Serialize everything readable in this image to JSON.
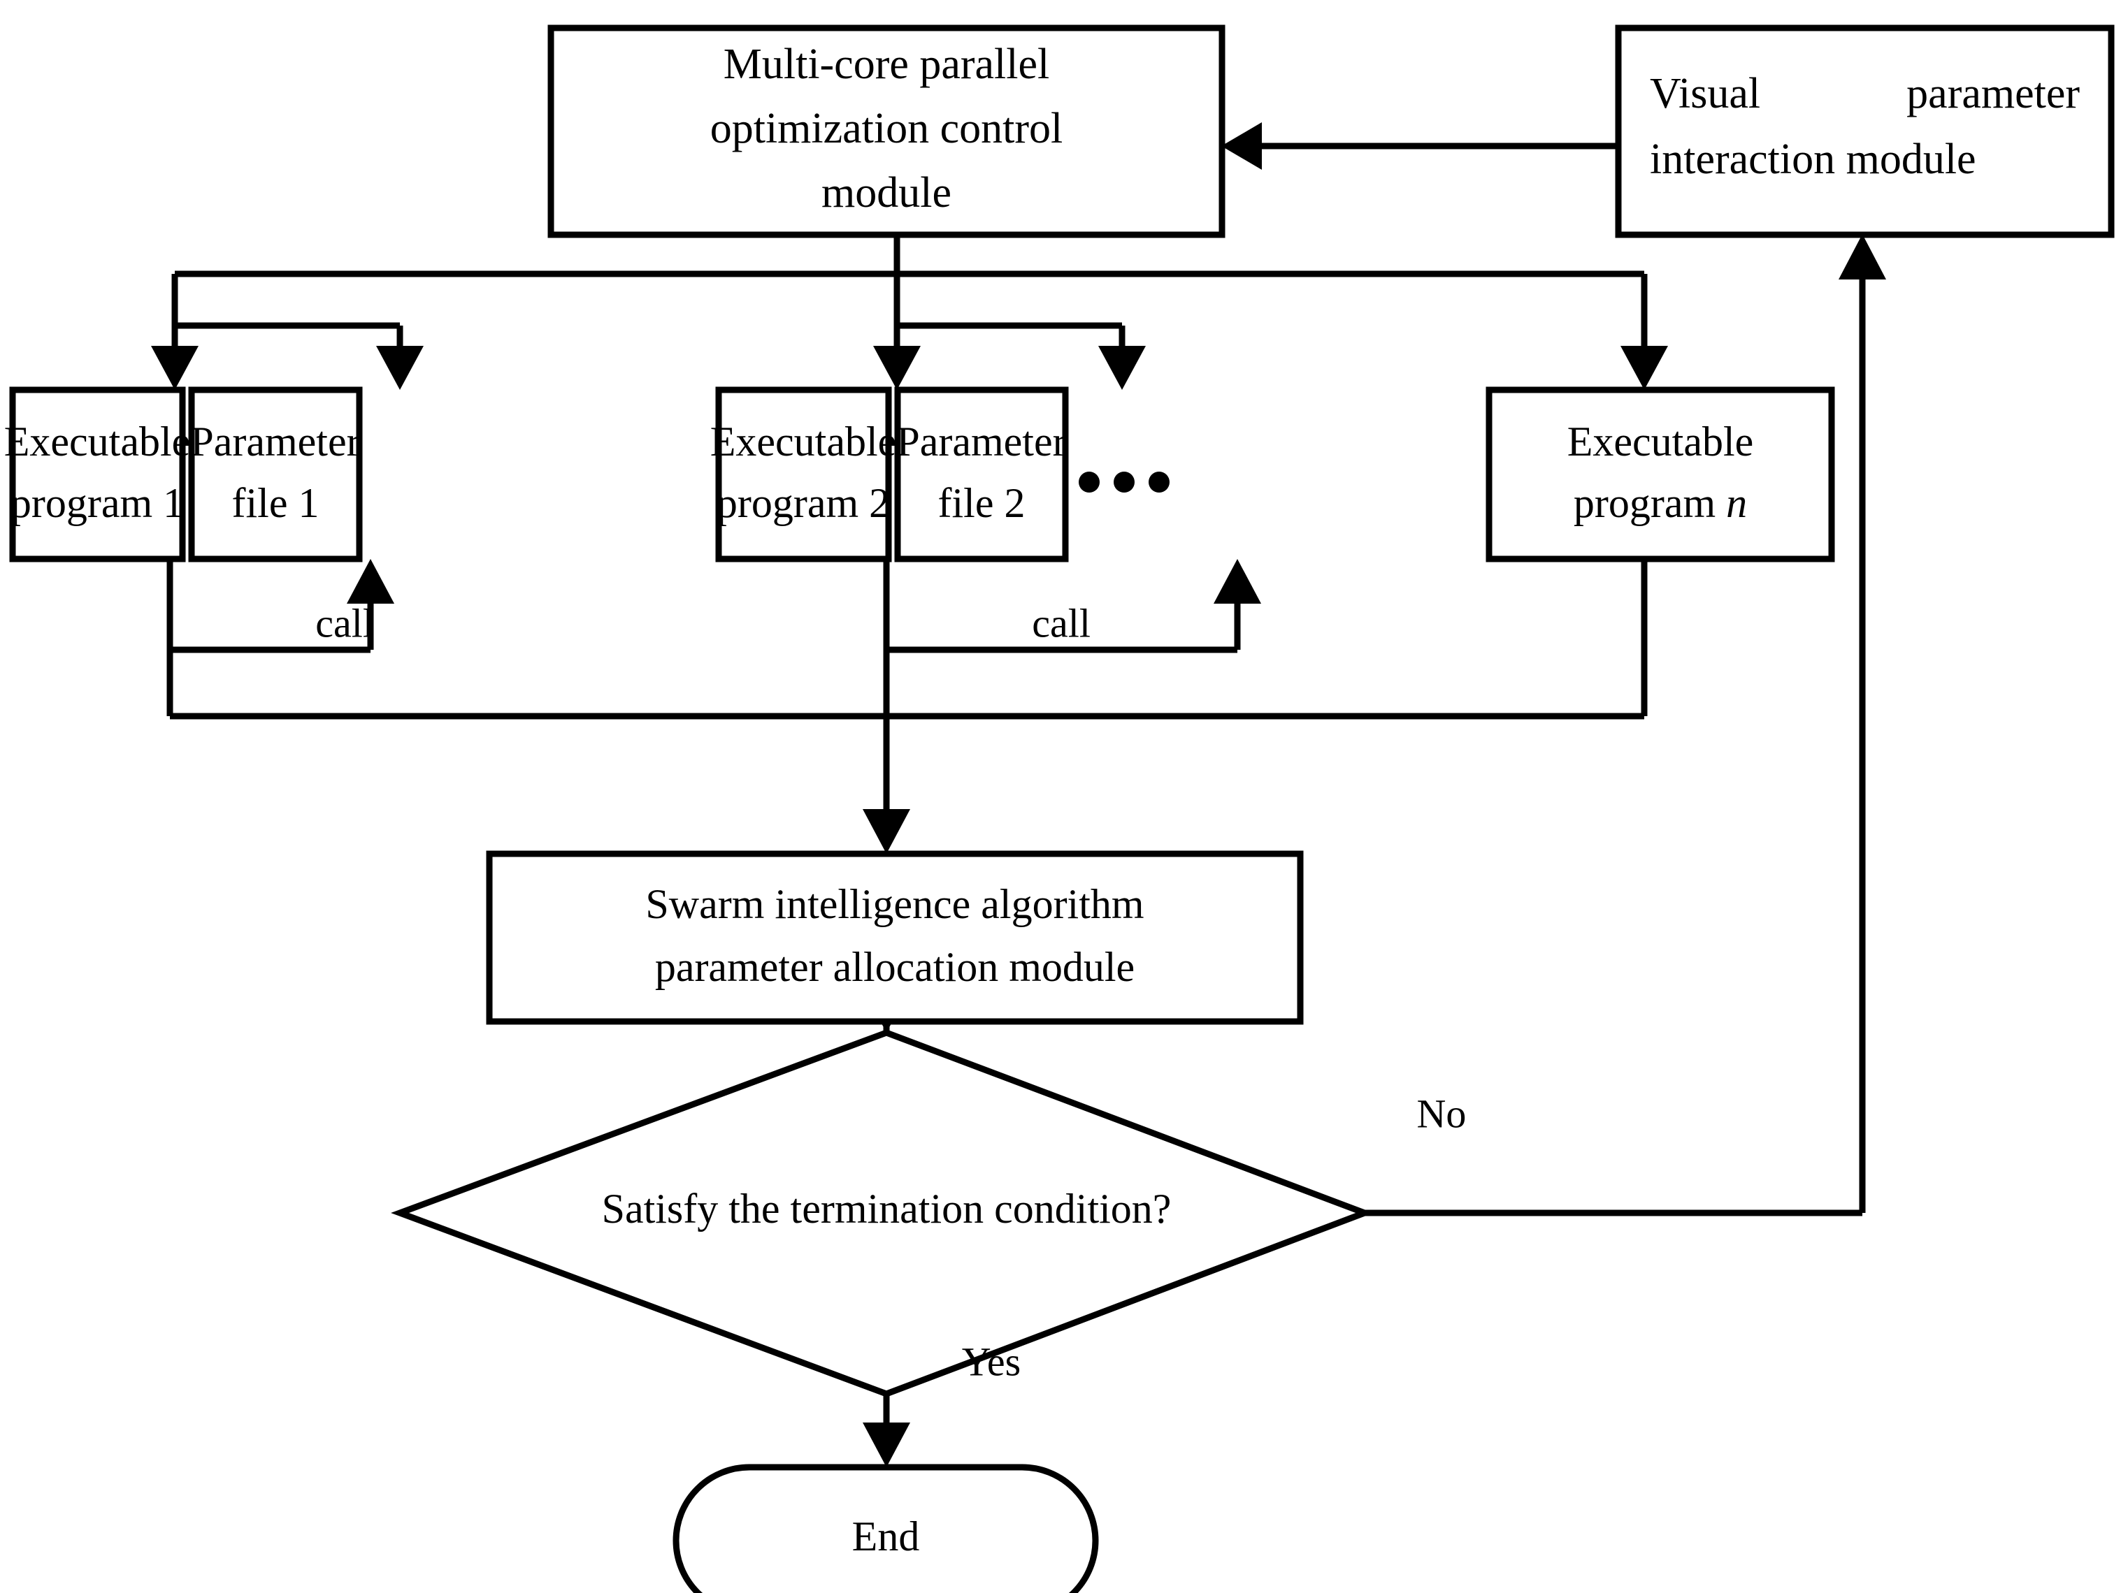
{
  "diagram": {
    "title": "Multi-core parallel optimization framework flowchart",
    "background_color": "#ffffff",
    "stroke_color": "#000000"
  },
  "nodes": {
    "control_module": {
      "shape": "rectangle",
      "lines": [
        "Multi-core parallel",
        "optimization control",
        "module"
      ],
      "line1": "Multi-core parallel",
      "line2": "optimization control",
      "line3": "module"
    },
    "visual_module": {
      "shape": "rectangle",
      "lines": [
        "Visual    parameter",
        "interaction module"
      ],
      "line1_left": "Visual",
      "line1_right": "parameter",
      "line2": "interaction module"
    },
    "exec_program_1": {
      "shape": "rectangle",
      "line1": "Executable",
      "line2": "program 1"
    },
    "param_file_1": {
      "shape": "rectangle",
      "line1": "Parameter",
      "line2": "file 1"
    },
    "exec_program_2": {
      "shape": "rectangle",
      "line1": "Executable",
      "line2": "program 2"
    },
    "param_file_2": {
      "shape": "rectangle",
      "line1": "Parameter",
      "line2": "file 2"
    },
    "exec_program_n": {
      "shape": "rectangle",
      "line1": "Executable",
      "line2_prefix": "program ",
      "line2_italic": "n"
    },
    "ellipsis": {
      "glyph": "• • •"
    },
    "swarm_module": {
      "shape": "rectangle",
      "line1": "Swarm intelligence algorithm",
      "line2": "parameter allocation module"
    },
    "decision": {
      "shape": "diamond",
      "label": "Satisfy the termination condition?"
    },
    "end_node": {
      "shape": "stadium",
      "label": "End"
    }
  },
  "edge_labels": {
    "call_1": "call",
    "call_2": "call",
    "no": "No",
    "yes": "Yes"
  }
}
